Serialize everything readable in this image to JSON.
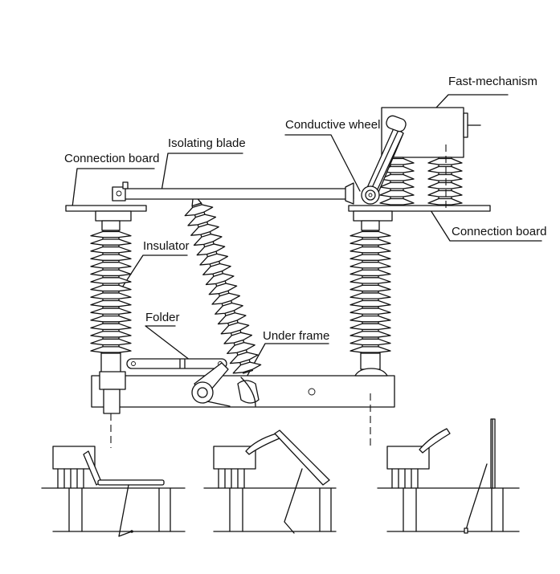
{
  "labels": {
    "fast_mechanism": "Fast-mechanism",
    "conductive_wheel": "Conductive wheel",
    "isolating_blade": "Isolating blade",
    "connection_board_left": "Connection board",
    "connection_board_right": "Connection board",
    "insulator": "Insulator",
    "folder": "Folder",
    "under_frame": "Under frame"
  }
}
